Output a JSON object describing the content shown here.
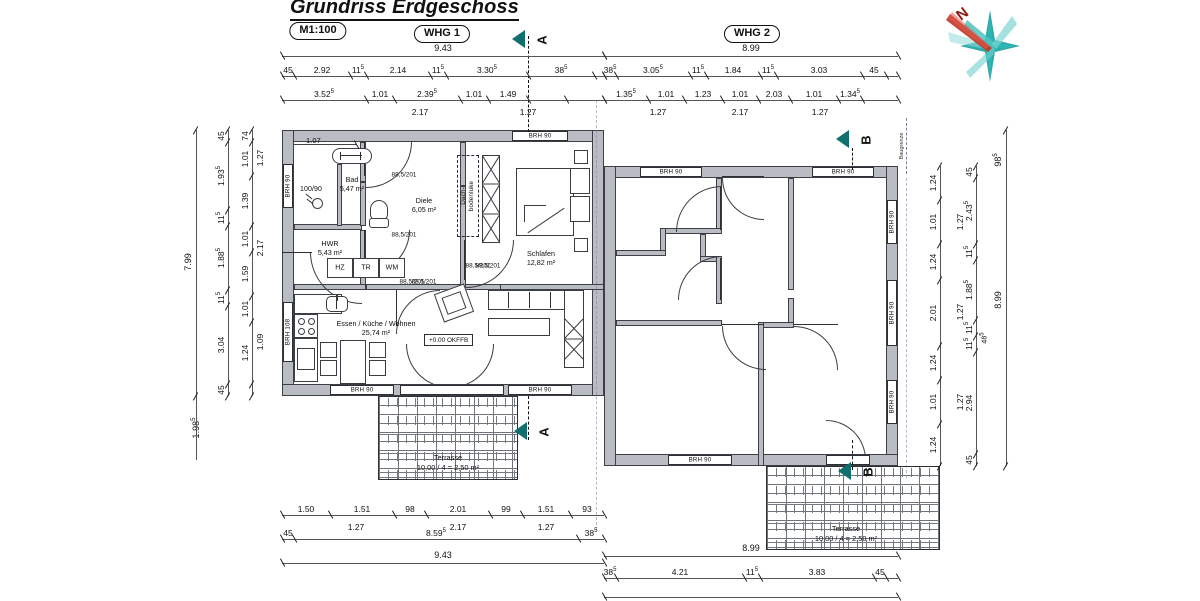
{
  "title": "Grundriss Erdgeschoss",
  "scale_label": "M1:100",
  "units_note": "",
  "apartments": [
    {
      "key": "whg1",
      "label": "WHG 1"
    },
    {
      "key": "whg2",
      "label": "WHG 2"
    }
  ],
  "section_markers": [
    {
      "label": "A",
      "position": "top"
    },
    {
      "label": "A",
      "position": "bottom"
    },
    {
      "label": "B",
      "position": "top"
    },
    {
      "label": "B",
      "position": "bottom"
    }
  ],
  "boundary_label": "Baugrenze",
  "rooms": [
    {
      "name": "Bad",
      "area": "5,47 m²"
    },
    {
      "name": "Diele",
      "area": "6,05 m²"
    },
    {
      "name": "HWR",
      "area": "5,43 m²"
    },
    {
      "name": "Schlafen",
      "area": "12,82 m²"
    },
    {
      "name": "Essen / Küche / Wohnen",
      "area": "25,74 m²"
    }
  ],
  "level_tag": "+0.00 OKFFB",
  "attic_hatch_label": "Dach-\nbodenluke",
  "appliances": [
    {
      "label": "HZ"
    },
    {
      "label": "TR"
    },
    {
      "label": "WM"
    }
  ],
  "shower_label": "100/90",
  "shower_dim": "1.07",
  "door_labels": [
    "88,5/201",
    "88,5/201",
    "88,5/201",
    "88,5/201",
    "88,5/201",
    "88,5/201"
  ],
  "window_labels": {
    "brh90": "BRH 90",
    "brh108": "BRH 108"
  },
  "terraces": [
    {
      "name": "Terrasse",
      "calc": "10,00 / 4 = 2,50 m²"
    },
    {
      "name": "Terrasse",
      "calc": "10,00 / 4 = 2,50 m²"
    }
  ],
  "dimensions": {
    "top_left": {
      "overall": "9.43",
      "chain_1": [
        "45",
        "2.92",
        "11⁵",
        "2.14",
        "11⁵",
        "3.30⁵",
        "38⁵"
      ],
      "chain_2": [
        "3.52⁵",
        "1.01",
        "2.39⁵",
        "1.01",
        "1.49"
      ],
      "sub_1": "2.17",
      "sub_2": "1.27"
    },
    "top_right": {
      "overall": "8.99",
      "chain_1": [
        "38⁵",
        "3.05⁵",
        "11⁵",
        "1.84",
        "11⁵",
        "3.03",
        "45"
      ],
      "chain_2": [
        "1.35⁵",
        "1.01",
        "1.23",
        "1.01",
        "2.03",
        "1.01",
        "1.34⁵"
      ],
      "sub_1": "1.27",
      "sub_2": "2.17",
      "sub_3": "1.27"
    },
    "left": {
      "overall": "7.99",
      "outer_offset": "1.98⁵",
      "chain_1": [
        "45",
        "1.93⁵",
        "11⁵",
        "1.88⁵",
        "11⁵",
        "3.04",
        "45"
      ],
      "chain_2": [
        "74",
        "1.01",
        "1.39",
        "1.01",
        "1.59",
        "1.01",
        "1.24"
      ],
      "sub_1": "1.27",
      "sub_2": "2.17",
      "sub_3": "1.09"
    },
    "right": {
      "overall": "8.99",
      "outer": "98⁵",
      "chain_1": [
        "45",
        "2.43⁵",
        "11⁵",
        "1.88⁵",
        "11⁵",
        "11⁵",
        "2.94",
        "45"
      ],
      "chain_2": [
        "1.24",
        "1.01",
        "1.24",
        "2.01",
        "1.24",
        "1.01",
        "1.24"
      ],
      "sub_1": "1.27",
      "sub_2": "1.27",
      "sub_3": "1.27",
      "mid_tag": "48⁵"
    },
    "bottom_left": {
      "chain_1": [
        "1.50",
        "1.51",
        "98",
        "2.01",
        "99",
        "1.51",
        "93"
      ],
      "sub_1": "1.27",
      "sub_2": "2.17",
      "sub_3": "1.27",
      "chain_2": [
        "45",
        "8.59⁵",
        "38⁵"
      ],
      "overall": "9.43"
    },
    "bottom_right": {
      "overall": "8.99",
      "chain_1": [
        "38⁵",
        "4.21",
        "11⁵",
        "3.83",
        "45"
      ]
    }
  },
  "colors": {
    "wall_fill": "#b9bcc2",
    "wall_stroke": "#3c3f44",
    "section_marker": "#11706e",
    "compass_star": "#1fa3a0",
    "compass_needle": "#c0392b",
    "dimension_line": "#555555",
    "boundary": "#7b7f9c"
  }
}
